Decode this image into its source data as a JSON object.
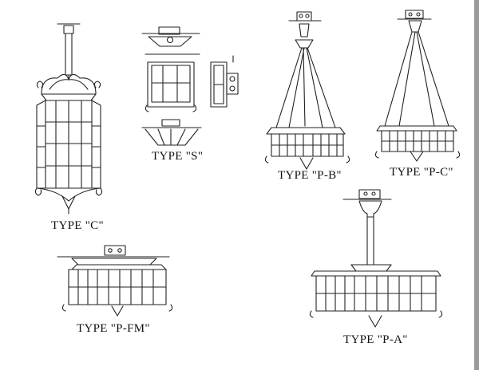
{
  "labels": {
    "type_c": "TYPE \"C\"",
    "type_s": "TYPE \"S\"",
    "type_pb": "TYPE \"P-B\"",
    "type_pc": "TYPE \"P-C\"",
    "type_pfm": "TYPE \"P-FM\"",
    "type_pa": "TYPE \"P-A\""
  },
  "colors": {
    "ink": "#222222",
    "paper": "#ffffff",
    "edge": "#9a9a9a"
  }
}
